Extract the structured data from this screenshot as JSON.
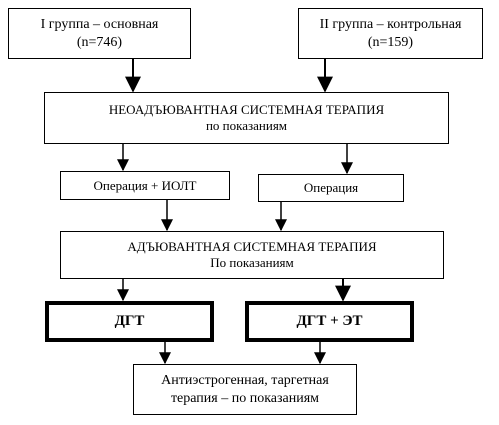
{
  "boxes": {
    "group1": {
      "line1": "I группа – основная",
      "line2": "(n=746)"
    },
    "group2": {
      "line1": "II группа – контрольная",
      "line2": "(n=159)"
    },
    "neoadjuvant": {
      "line1": "НЕОАДЪЮВАНТНАЯ СИСТЕМНАЯ ТЕРАПИЯ",
      "line2": "по показаниям"
    },
    "surgery_iolt": {
      "label": "Операция + ИОЛТ"
    },
    "surgery": {
      "label": "Операция"
    },
    "adjuvant": {
      "line1": "АДЪЮВАНТНАЯ СИСТЕМНАЯ ТЕРАПИЯ",
      "line2": "По показаниям"
    },
    "hormone": {
      "label": "ДГТ"
    },
    "hormone_et": {
      "label": "ДГТ + ЭТ"
    },
    "final": {
      "line1": "Антиэстрогенная, таргетная",
      "line2": "терапия – по показаниям"
    }
  },
  "colors": {
    "line": "#000000",
    "background": "#ffffff"
  }
}
